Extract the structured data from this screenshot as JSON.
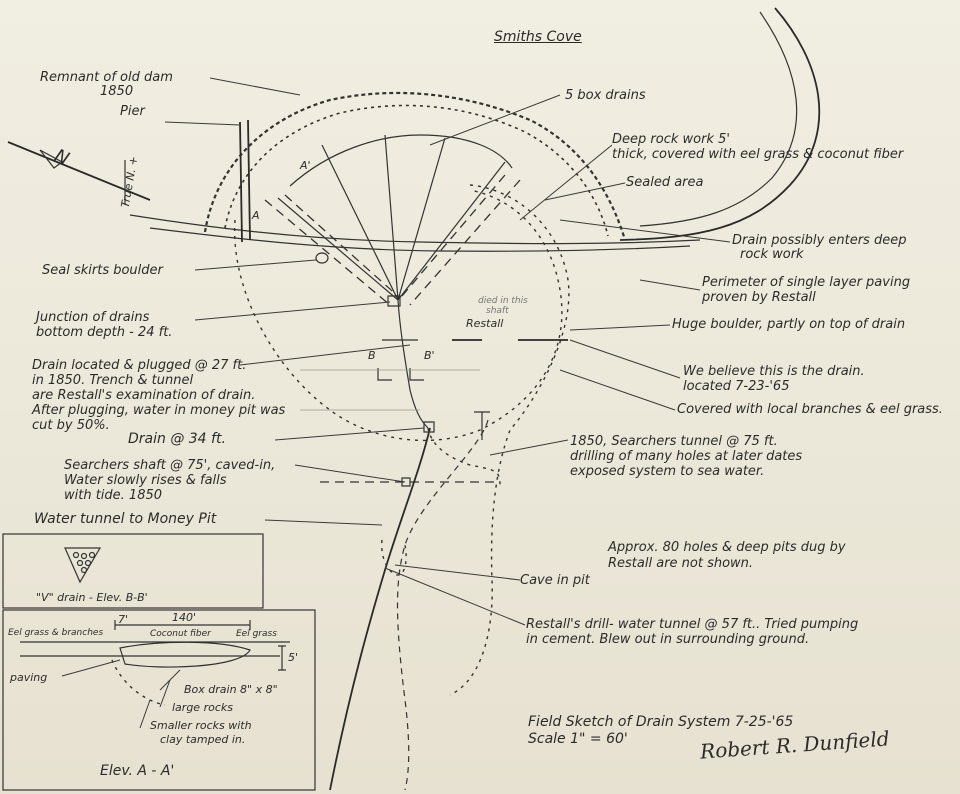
{
  "title": "Smiths Cove",
  "labels": {
    "dam": [
      "Remnant of old dam",
      "1850"
    ],
    "pier": "Pier",
    "box_drains": "5 box drains",
    "deep_rock": [
      "Deep rock work 5'",
      "thick, covered with eel grass & coconut fiber"
    ],
    "sealed": "Sealed area",
    "drain_enters": [
      "Drain possibly enters deep",
      "rock work"
    ],
    "perimeter": [
      "Perimeter of single layer paving",
      "proven by Restall"
    ],
    "seal_boulder": "Seal skirts boulder",
    "junction": [
      "Junction of drains",
      "bottom depth - 24 ft."
    ],
    "restall": "Restall",
    "died": [
      "died in this",
      "shaft"
    ],
    "huge_boulder": "Huge boulder, partly on top of drain",
    "drain_located": [
      "Drain located & plugged @ 27 ft.",
      "in 1850. Trench & tunnel",
      "are Restall's examination of drain.",
      "After plugging, water in money pit was",
      "cut by 50%."
    ],
    "we_believe": [
      "We believe this is the drain.",
      "located 7-23-'65"
    ],
    "covered": "Covered with local branches & eel grass.",
    "drain34": "Drain @ 34 ft.",
    "searchers_tunnel": [
      "1850, Searchers tunnel @ 75 ft.",
      "drilling of many holes at later dates",
      "exposed system to sea water."
    ],
    "searchers_shaft": [
      "Searchers shaft @ 75', caved-in,",
      "Water slowly rises & falls",
      "with tide.  1850"
    ],
    "water_tunnel": "Water tunnel to Money Pit",
    "approx": [
      "Approx. 80 holes & deep pits dug by",
      "Restall are not shown."
    ],
    "cave_in": "Cave in pit",
    "restall_drill": [
      "Restall's drill- water tunnel @ 57 ft.. Tried pumping",
      "in cement. Blew out in surrounding ground."
    ],
    "v_drain": "\"V\" drain - Elev. B-B'",
    "eel_branches": "Eel grass & branches",
    "coconut": "Coconut fiber",
    "eel_grass": "Eel grass",
    "dim_140": "140'",
    "dim_7": "7'",
    "dim_5": "5'",
    "paving": "paving",
    "box_drain_size": "Box drain 8\" x 8\"",
    "large_rocks": "large rocks",
    "smaller_rocks": [
      "Smaller rocks with",
      "clay tamped in."
    ],
    "elev_aa": "Elev. A - A'",
    "field_sketch": [
      "Field Sketch of Drain System  7-25-'65",
      "Scale 1\" = 60'"
    ],
    "signature": "Robert R. Dunfield",
    "north_letters": "N",
    "true_north": "True N. +",
    "mark_a": "A",
    "mark_a_prime": "A'",
    "mark_b": "B",
    "mark_b_prime": "B'"
  }
}
